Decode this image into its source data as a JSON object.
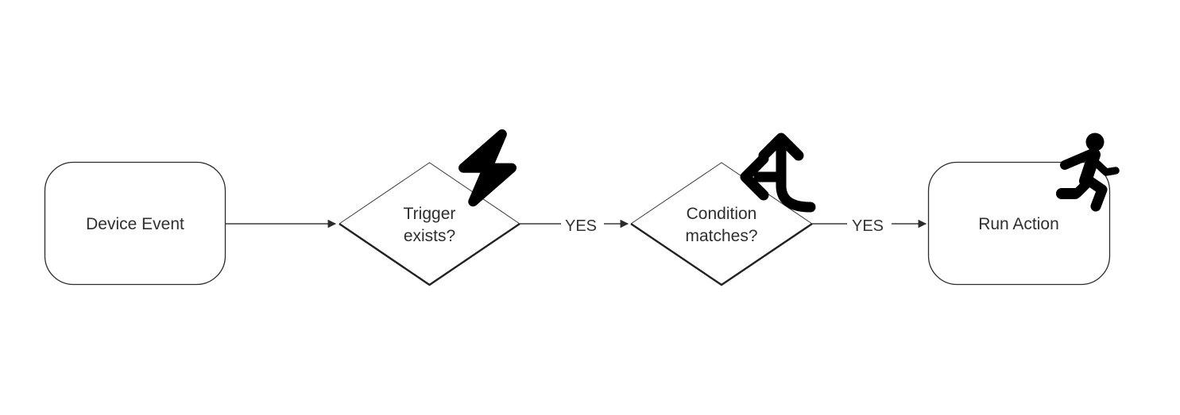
{
  "diagram": {
    "type": "flowchart",
    "orientation": "left-to-right",
    "colors": {
      "background": "#ffffff",
      "node_border": "#2b2b2b",
      "edge_line": "#3a3a3a",
      "text": "#2f2f2f",
      "icon": "#000000"
    },
    "nodes": [
      {
        "id": "device-event",
        "shape": "rounded-rectangle",
        "label": "Device Event",
        "icon": ""
      },
      {
        "id": "trigger-exists",
        "shape": "diamond",
        "label": "Trigger exists?",
        "label_line1": "Trigger",
        "label_line2": "exists?",
        "icon": "lightning-bolt-icon"
      },
      {
        "id": "condition-matches",
        "shape": "diamond",
        "label": "Condition matches?",
        "label_line1": "Condition",
        "label_line2": "matches?",
        "icon": "split-arrows-icon"
      },
      {
        "id": "run-action",
        "shape": "rounded-rectangle",
        "label": "Run Action",
        "icon": "person-running-icon"
      }
    ],
    "edges": [
      {
        "from": "device-event",
        "to": "trigger-exists",
        "label": ""
      },
      {
        "from": "trigger-exists",
        "to": "condition-matches",
        "label": "YES"
      },
      {
        "from": "condition-matches",
        "to": "run-action",
        "label": "YES"
      }
    ]
  }
}
